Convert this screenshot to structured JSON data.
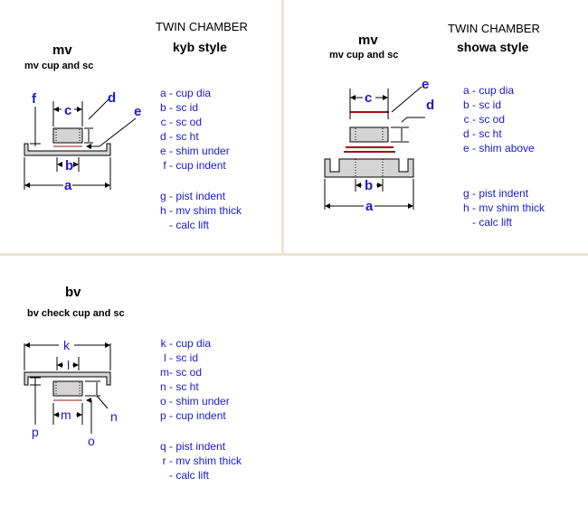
{
  "colors": {
    "label": "#1a1ad0",
    "shim": "#a01010",
    "part_fill": "#d4d4d4",
    "divider": "#efe5d5"
  },
  "kyb": {
    "part_title": "mv",
    "part_subtitle": "mv cup and sc",
    "title": "TWIN CHAMBER",
    "style": "kyb style",
    "dim_labels": {
      "a": "a",
      "b": "b",
      "c": "c",
      "d": "d",
      "e": "e",
      "f": "f"
    },
    "legend": [
      {
        "key": "a -",
        "label": "cup dia"
      },
      {
        "key": "b -",
        "label": "sc id"
      },
      {
        "key": "c -",
        "label": "sc od"
      },
      {
        "key": "d -",
        "label": "sc ht"
      },
      {
        "key": "e -",
        "label": "shim under"
      },
      {
        "key": "f -",
        "label": "cup indent"
      }
    ],
    "legend2": [
      {
        "key": "g -",
        "label": "pist indent"
      },
      {
        "key": "h -",
        "label": "mv shim thick"
      },
      {
        "key": "-",
        "label": "calc lift"
      }
    ]
  },
  "showa": {
    "part_title": "mv",
    "part_subtitle": "mv cup and sc",
    "title": "TWIN CHAMBER",
    "style": "showa style",
    "dim_labels": {
      "a": "a",
      "b": "b",
      "c": "c",
      "d": "d",
      "e": "e"
    },
    "legend": [
      {
        "key": "a -",
        "label": "cup dia"
      },
      {
        "key": "b -",
        "label": "sc id"
      },
      {
        "key": "c -",
        "label": "sc od"
      },
      {
        "key": "d -",
        "label": "sc ht"
      },
      {
        "key": "e -",
        "label": "shim above"
      }
    ],
    "legend2": [
      {
        "key": "g -",
        "label": "pist indent"
      },
      {
        "key": "h -",
        "label": "mv shim thick"
      },
      {
        "key": "-",
        "label": "calc lift"
      }
    ]
  },
  "bv": {
    "part_title": "bv",
    "part_subtitle": "bv check cup and sc",
    "dim_labels": {
      "k": "k",
      "l": "l",
      "m": "m",
      "n": "n",
      "o": "o",
      "p": "p"
    },
    "legend": [
      {
        "key": "k -",
        "label": "cup dia"
      },
      {
        "key": "l -",
        "label": "sc id"
      },
      {
        "key": "m-",
        "label": "sc od"
      },
      {
        "key": "n -",
        "label": "sc ht"
      },
      {
        "key": "o -",
        "label": "shim under"
      },
      {
        "key": "p -",
        "label": "cup indent"
      }
    ],
    "legend2": [
      {
        "key": "q -",
        "label": "pist indent"
      },
      {
        "key": "r -",
        "label": "mv shim thick"
      },
      {
        "key": "-",
        "label": "calc lift"
      }
    ]
  }
}
